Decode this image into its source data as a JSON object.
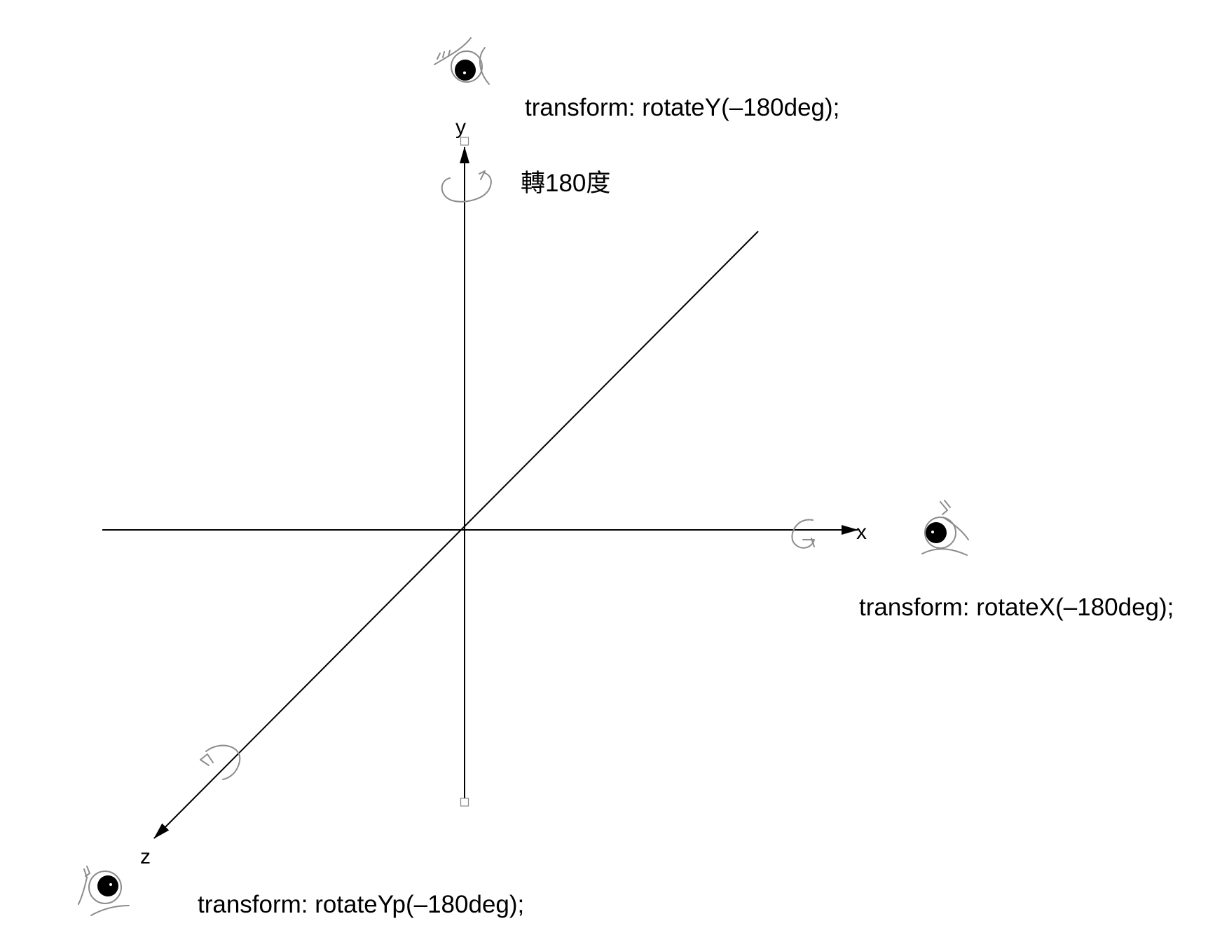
{
  "axes": {
    "x_label": "x",
    "y_label": "y",
    "z_label": "z"
  },
  "annotations": {
    "y_transform": "transform: rotateY(–180deg);",
    "y_rotation_note": "轉180度",
    "x_transform": "transform: rotateX(–180deg);",
    "z_transform": "transform: rotateYp(–180deg);"
  },
  "icons": {
    "viewer": "eye-icon",
    "rotation": "rotation-arrow-icon"
  },
  "colors": {
    "axis": "#000000",
    "sketch": "#8c8c8c",
    "background": "#ffffff"
  }
}
